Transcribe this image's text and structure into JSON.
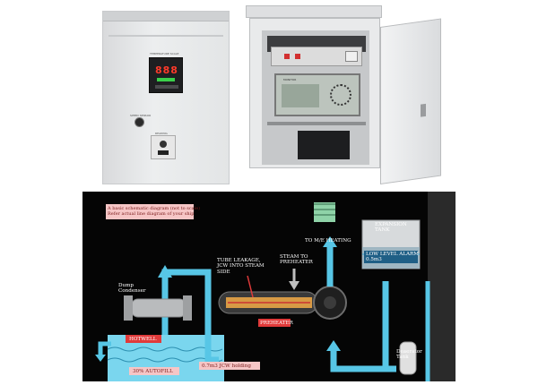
{
  "panel_left": {
    "top_label": "TEMPERATURE SCALE",
    "display_value": "888",
    "switch_label": "SPEED SENSOR",
    "meter_label": "READING"
  },
  "panel_right": {
    "device_label": "MONITOR"
  },
  "schematic": {
    "note": "A basic schematic diagram (not to scale)\nRefer actual line diagram of your ship",
    "me_heating": "TO M/E HEATING",
    "steam_to_preheater": "STEAM TO\nPREHEATER",
    "expansion_tank": "EXPANSION\nTANK",
    "low_level_alarm": "LOW LEVEL ALARM\n0.5m3",
    "tube_leakage": "TUBE LEAKAGE,\nJCW INTO STEAM\nSIDE",
    "dump_condenser": "Dump\nCondenser",
    "hotwell": "HOTWELL",
    "preheater": "PREHEATER",
    "autofill": "30% AUTOFILL",
    "jcw_holding": "0.7m3 JCW holding",
    "deaerator_tank": "Deaerator\nTank"
  },
  "colors": {
    "pipe_blue": "#57c6e6",
    "label_pink": "#f6c6c6",
    "label_red": "#e03a3a",
    "background": "#050505"
  }
}
